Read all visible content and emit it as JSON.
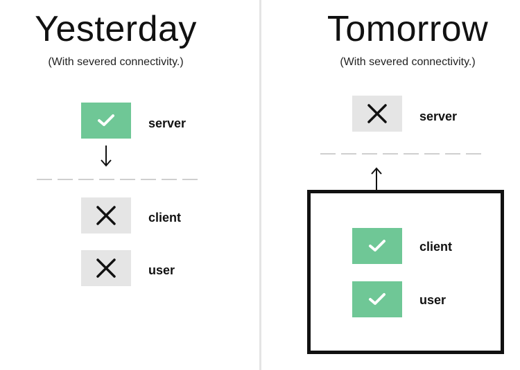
{
  "left": {
    "title": "Yesterday",
    "subtitle": "(With severed connectivity.)",
    "items": [
      {
        "label": "server",
        "status": "ok"
      },
      {
        "label": "client",
        "status": "bad"
      },
      {
        "label": "user",
        "status": "bad"
      }
    ]
  },
  "right": {
    "title": "Tomorrow",
    "subtitle": "(With severed connectivity.)",
    "items": [
      {
        "label": "server",
        "status": "bad"
      },
      {
        "label": "client",
        "status": "ok"
      },
      {
        "label": "user",
        "status": "ok"
      }
    ]
  },
  "colors": {
    "ok": "#6fc796",
    "bad": "#e5e5e5",
    "ink": "#111111",
    "dash": "#cfcfcf",
    "divider": "#e4e4e4"
  },
  "icons": {
    "ok": "check-icon",
    "bad": "cross-icon",
    "arrow_left": "arrow-down-icon",
    "arrow_right": "arrow-up-icon"
  }
}
